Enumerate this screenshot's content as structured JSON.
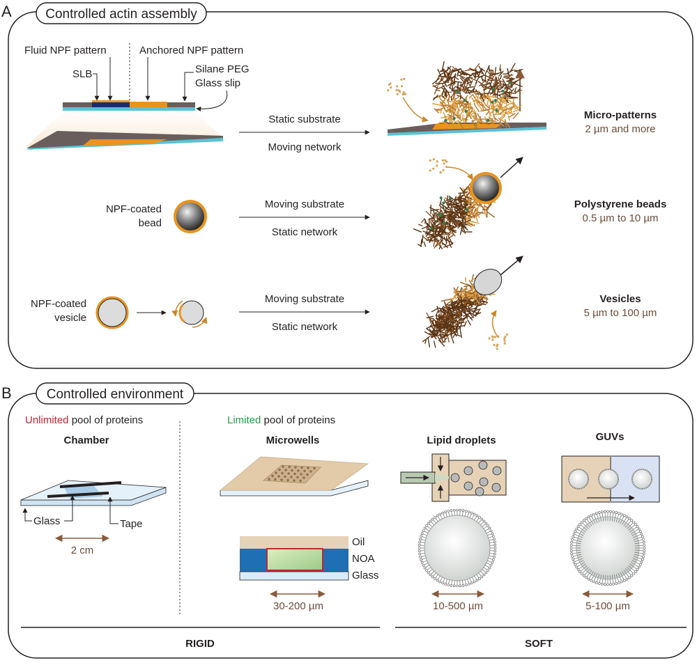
{
  "colors": {
    "orange": "#e8941e",
    "cyan": "#59c3d6",
    "gray_slab": "#6a5e5c",
    "navy": "#1a2a78",
    "actin_dark": "#5a3414",
    "actin_light": "#d99a3c",
    "green_dot": "#2e7d4f",
    "red": "#c0282d",
    "green": "#2a9a4a",
    "tan": "#e6d2b6",
    "noa_blue": "#1f6fb5",
    "glass_blue": "#d8ebf7",
    "arrow_brown": "#8a5a3c"
  },
  "panel_a": {
    "letter": "A",
    "title": "Controlled actin assembly",
    "labels": {
      "fluid": "Fluid NPF pattern",
      "anchored": "Anchored NPF pattern",
      "slb": "SLB",
      "silane": "Silane PEG",
      "glass_slip": "Glass slip",
      "bead": [
        "NPF-coated",
        "bead"
      ],
      "vesicle": [
        "NPF-coated",
        "vesicle"
      ]
    },
    "rows": [
      {
        "top": "Static substrate",
        "bottom": "Moving network",
        "name": "Micro-patterns",
        "size": "2 µm and more"
      },
      {
        "top": "Moving substrate",
        "bottom": "Static network",
        "name": "Polystyrene beads",
        "size": "0.5 µm to 10 µm"
      },
      {
        "top": "Moving substrate",
        "bottom": "Static network",
        "name": "Vesicles",
        "size": "5 µm to 100 µm"
      }
    ]
  },
  "panel_b": {
    "letter": "B",
    "title": "Controlled environment",
    "unlimited": {
      "highlight": "Unlimited",
      "rest": " pool of proteins"
    },
    "limited": {
      "highlight": "Limited",
      "rest": " pool of proteins"
    },
    "chamber": {
      "title": "Chamber",
      "glass": "Glass",
      "tape": "Tape",
      "scale": "2 cm"
    },
    "microwells": {
      "title": "Microwells",
      "oil": "Oil",
      "noa": "NOA",
      "glass": "Glass",
      "scale": "30-200 µm"
    },
    "lipid_droplets": {
      "title": "Lipid droplets",
      "scale": "10-500 µm"
    },
    "guvs": {
      "title": "GUVs",
      "scale": "5-100 µm"
    },
    "rigid": "RIGID",
    "soft": "SOFT"
  }
}
